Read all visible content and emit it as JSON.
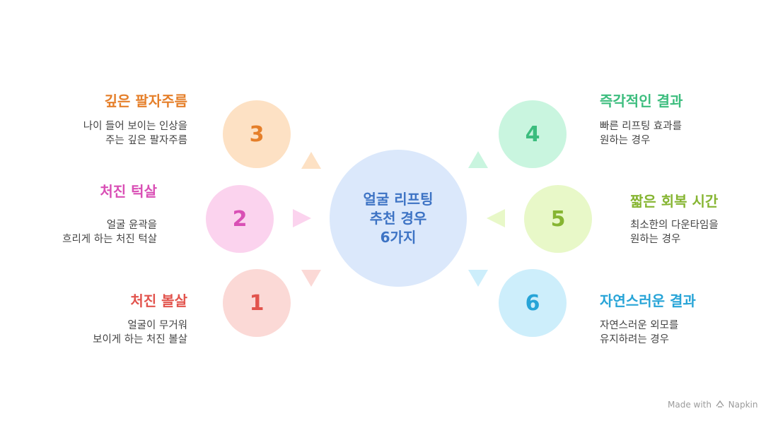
{
  "center": {
    "text": "얼굴 리프팅\n추천 경우\n6가지",
    "color": "#3d73c4",
    "fill": "#dbe8fb"
  },
  "items": [
    {
      "number": "3",
      "title": "깊은 팔자주름",
      "desc": "나이 들어 보이는 인상을\n주는 깊은 팔자주름",
      "color": "#e57f2a",
      "fill": "#fde1c4"
    },
    {
      "number": "2",
      "title": "처진 턱살",
      "desc": "얼굴 윤곽을\n흐리게 하는 처진 턱살",
      "color": "#d94fb5",
      "fill": "#fbd3ee"
    },
    {
      "number": "1",
      "title": "처진 볼살",
      "desc": "얼굴이 무거워\n보이게 하는 처진 볼살",
      "color": "#e2544d",
      "fill": "#fbd9d6"
    },
    {
      "number": "4",
      "title": "즉각적인 결과",
      "desc": "빠른 리프팅 효과를\n원하는 경우",
      "color": "#3cbd7e",
      "fill": "#c9f5df"
    },
    {
      "number": "5",
      "title": "짧은 회복 시간",
      "desc": "최소한의 다운타임을\n원하는 경우",
      "color": "#86b532",
      "fill": "#e8f8c8"
    },
    {
      "number": "6",
      "title": "자연스러운 결과",
      "desc": "자연스러운 외모를\n유지하려는 경우",
      "color": "#27a4d7",
      "fill": "#cdeefb"
    }
  ],
  "footer": {
    "made_with": "Made with",
    "brand": "Napkin",
    "icon": "napkin-logo-icon"
  }
}
